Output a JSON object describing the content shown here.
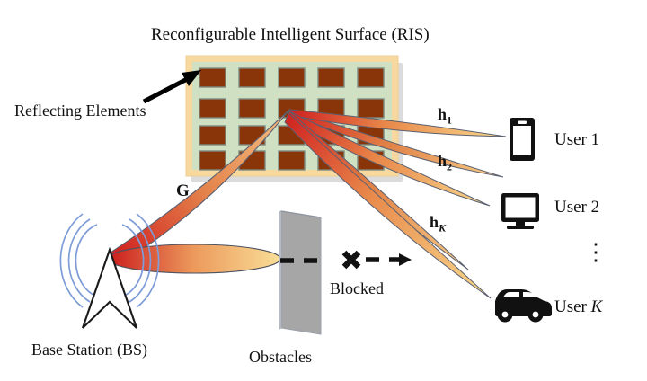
{
  "figure": {
    "title": "Reconfigurable Intelligent Surface (RIS)",
    "type": "wireless-network-architecture-diagram"
  },
  "labels": {
    "ris_title": "Reconfigurable Intelligent Surface (RIS)",
    "reflecting_elements": "Reflecting Elements",
    "base_station": "Base Station (BS)",
    "obstacles": "Obstacles",
    "blocked": "Blocked",
    "channel_bs_ris": "G",
    "channel_user1": "h",
    "channel_user1_sub": "1",
    "channel_user2": "h",
    "channel_user2_sub": "2",
    "channel_userK": "h",
    "channel_userK_sub": "K",
    "user1": "User 1",
    "user2": "User 2",
    "userK_prefix": "User ",
    "userK_index": "K",
    "vertical_ellipsis": "⋮"
  },
  "icons": {
    "user1": "smartphone-icon",
    "user2": "monitor-icon",
    "userK": "car-icon",
    "base_station": "antenna-tower-icon",
    "obstacle": "wall-icon",
    "blocked_marker": "cross-x-icon",
    "pointer": "arrow-icon"
  },
  "ris_panel": {
    "rows": 4,
    "cols": 5,
    "element_count": 20,
    "border_color": "#f7d9a0",
    "fill_color": "#cfe0c3",
    "element_color": "#8a3509",
    "element_stroke": "#7d8a80"
  },
  "colors": {
    "beam_near": "#d62222",
    "beam_far": "#f8d98d",
    "beam_stroke": "#5b6070",
    "radio_wave": "#7d9cd8",
    "obstacle_fill": "#a6a6a6",
    "obstacle_edge": "#8e9aa8",
    "tower_stroke": "#1a1a1a",
    "text": "#111111",
    "background": "#ffffff"
  },
  "beams": [
    {
      "name": "bs-to-ris",
      "label": "G",
      "from": "base-station",
      "to": "ris"
    },
    {
      "name": "bs-direct-blocked",
      "label": "",
      "from": "base-station",
      "to": "obstacle"
    },
    {
      "name": "ris-to-user1",
      "label": "h1",
      "from": "ris",
      "to": "user-1"
    },
    {
      "name": "ris-to-user2",
      "label": "h2",
      "from": "ris",
      "to": "user-2"
    },
    {
      "name": "ris-to-userK",
      "label": "hK",
      "from": "ris",
      "to": "user-K"
    },
    {
      "name": "ris-extra-a",
      "label": "",
      "from": "ris",
      "to": ""
    },
    {
      "name": "ris-extra-b",
      "label": "",
      "from": "ris",
      "to": ""
    }
  ]
}
